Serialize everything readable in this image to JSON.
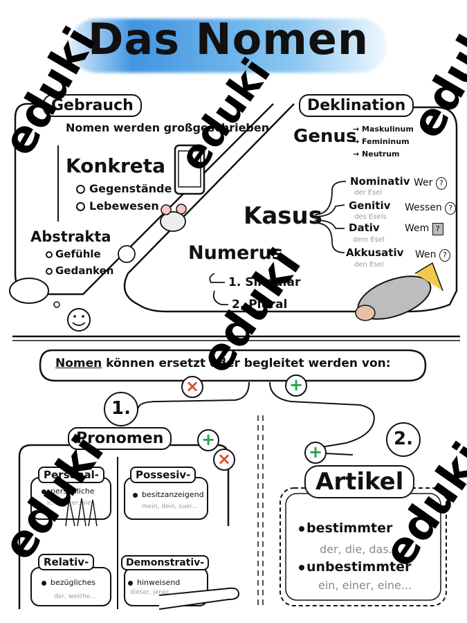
{
  "title": "Das Nomen",
  "gebrauch": {
    "heading": "Gebrauch",
    "rule": "Nomen werden großgeschrieben",
    "konkreta": "Konkreta",
    "konkreta_items": [
      "Gegenstände",
      "Lebewesen"
    ],
    "abstrakta": "Abstrakta",
    "abstrakta_items": [
      "Gefühle",
      "Gedanken"
    ]
  },
  "deklination": {
    "heading": "Deklination",
    "genus": "Genus",
    "genus_items": [
      "Maskulinum",
      "Femininum",
      "Neutrum"
    ],
    "kasus": "Kasus",
    "kasus_items": [
      {
        "name": "Nominativ",
        "example": "der Esel",
        "question": "Wer"
      },
      {
        "name": "Genitiv",
        "example": "des Esels",
        "question": "Wessen"
      },
      {
        "name": "Dativ",
        "example": "dem Esel",
        "question": "Wem"
      },
      {
        "name": "Akkusativ",
        "example": "den Esel",
        "question": "Wen"
      }
    ],
    "numerus": "Numerus",
    "numerus_items": [
      "1. Singular",
      "2. Plural"
    ]
  },
  "sentence": {
    "underlined": "Nomen",
    "rest": " können ersetzt oder begleitet werden von:"
  },
  "pronomen": {
    "number": "1.",
    "heading": "Pronomen",
    "cards": [
      {
        "title": "Personal-",
        "desc": "persönliche",
        "examples": "ich, du, er, sie..."
      },
      {
        "title": "Possesiv-",
        "desc": "besitzanzeigend",
        "examples": "mein, dein, suer..."
      },
      {
        "title": "Relativ-",
        "desc": "bezügliches",
        "examples": "der, welche..."
      },
      {
        "title": "Demonstrativ-",
        "desc": "hinweisend",
        "examples": "dieser, jener..."
      }
    ]
  },
  "artikel": {
    "number": "2.",
    "heading": "Artikel",
    "items": [
      {
        "label": "bestimmter",
        "examples": "der, die, das..."
      },
      {
        "label": "unbestimmter",
        "examples": "ein, einer, eine..."
      }
    ]
  },
  "signs": {
    "plus": "+",
    "cross": "×",
    "question": "?"
  },
  "watermark": "eduki",
  "colors": {
    "title_blue": "#2a86d6",
    "plus_green": "#21a04a",
    "cross_red": "#e04a2a"
  }
}
